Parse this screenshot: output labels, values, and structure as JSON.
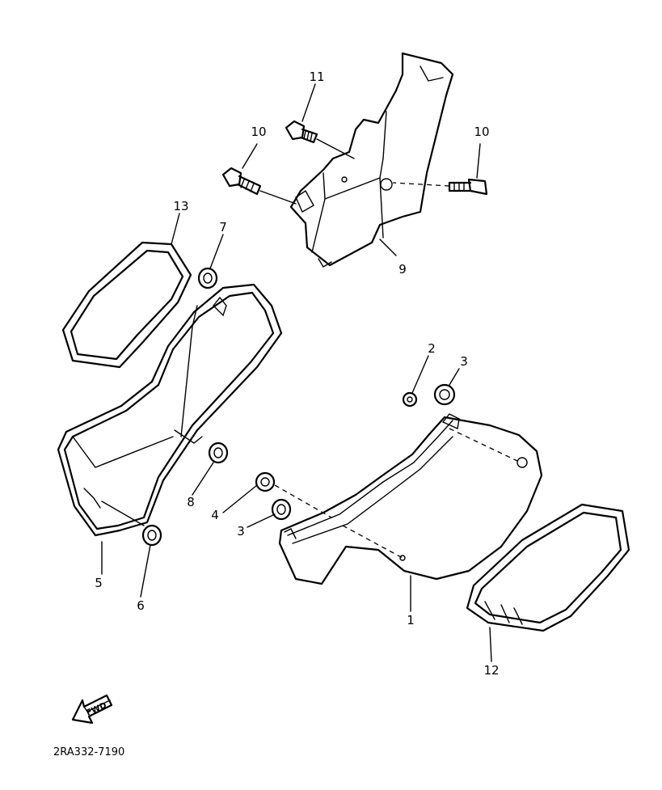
{
  "diagram": {
    "callouts": [
      {
        "id": "c1",
        "number": "1"
      },
      {
        "id": "c2",
        "number": "2"
      },
      {
        "id": "c3a",
        "number": "3"
      },
      {
        "id": "c3b",
        "number": "3"
      },
      {
        "id": "c4",
        "number": "4"
      },
      {
        "id": "c5",
        "number": "5"
      },
      {
        "id": "c6",
        "number": "6"
      },
      {
        "id": "c7",
        "number": "7"
      },
      {
        "id": "c8",
        "number": "8"
      },
      {
        "id": "c9",
        "number": "9"
      },
      {
        "id": "c10a",
        "number": "10"
      },
      {
        "id": "c10b",
        "number": "10"
      },
      {
        "id": "c11",
        "number": "11"
      },
      {
        "id": "c12",
        "number": "12"
      },
      {
        "id": "c13",
        "number": "13"
      }
    ],
    "fwd_label": "FWD",
    "drawing_code": "2RA332-7190"
  }
}
